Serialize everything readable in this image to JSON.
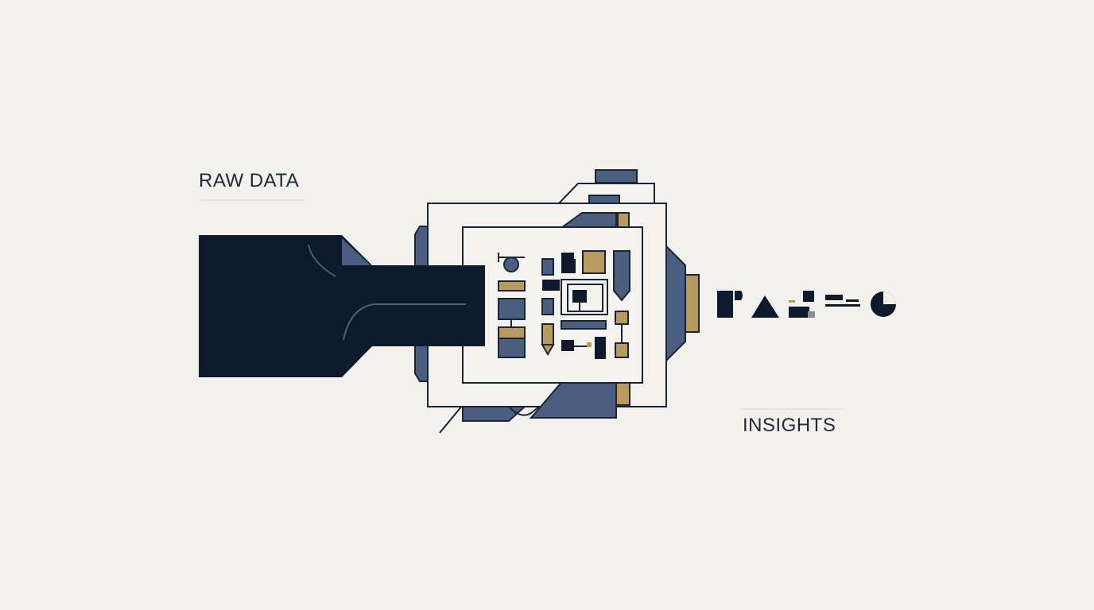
{
  "labels": {
    "input": "RAW DATA",
    "output": "INSIGHTS"
  },
  "colors": {
    "background": "#f2f1ec",
    "navy": "#0c1a2b",
    "slate_blue": "#4a5f80",
    "gold": "#b89a5a",
    "outline": "#1a2436",
    "panel": "#f4f3ee"
  },
  "icons": {
    "input": "data-stream-shape",
    "processor": "circuit-chip-icon",
    "output": "insight-glyphs"
  }
}
